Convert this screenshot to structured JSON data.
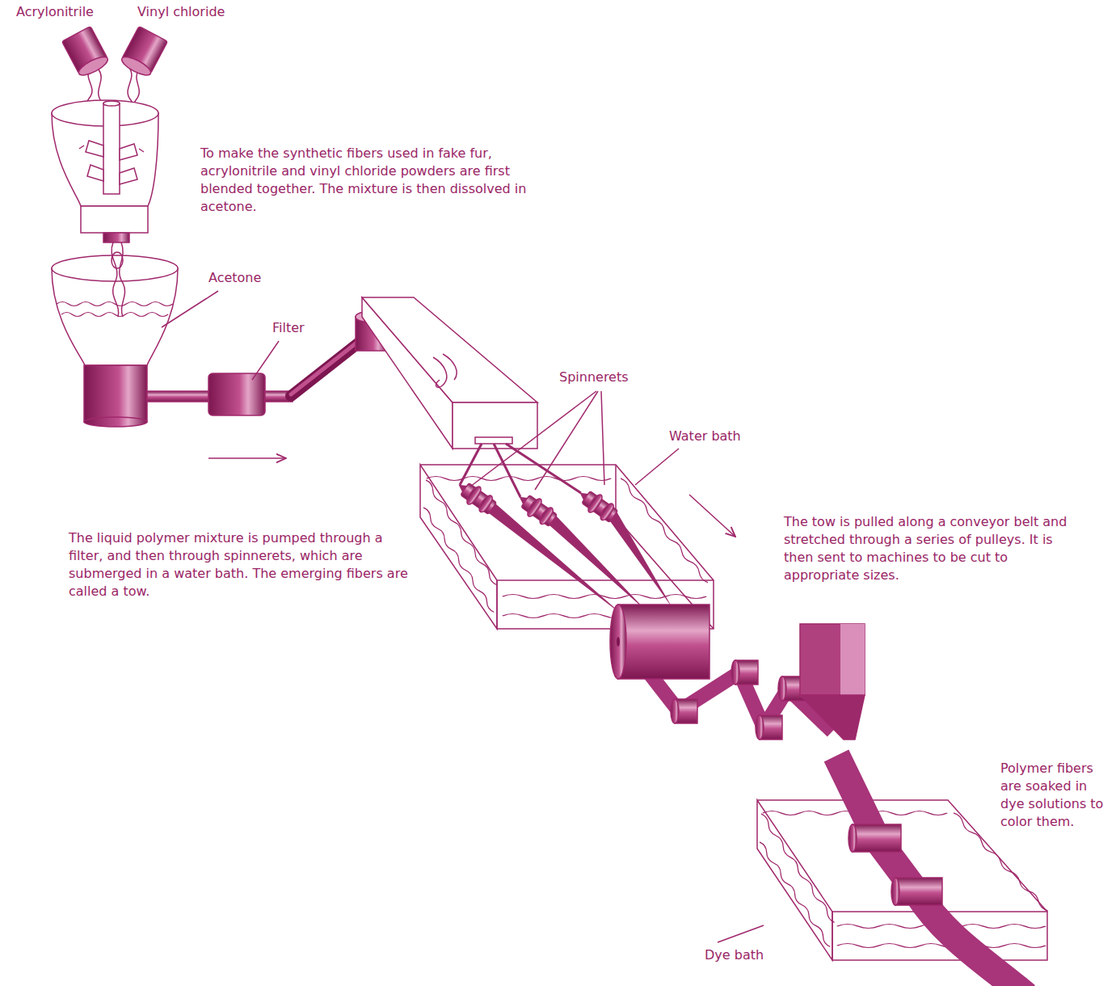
{
  "diagram": {
    "labels": [
      "Acrylonitrile",
      "Vinyl chloride",
      "To make the synthetic fibers used in fake fur, acrylonitrile and vinyl chloride powders are first blended together. The mixture is then dissolved in acetone.",
      "Acetone",
      "Filter",
      "Spinnerets",
      "Water bath",
      "The liquid polymer mixture is pumped through a filter, and then through spinnerets, which are submerged in a water bath. The emerging fibers are called a tow.",
      "The tow is pulled along a conveyor belt and stretched through a series of pulleys. It is then sent to machines to be cut to appropriate sizes.",
      "Polymer fibers are soaked in dye solutions to color them.",
      "Dye bath"
    ]
  }
}
